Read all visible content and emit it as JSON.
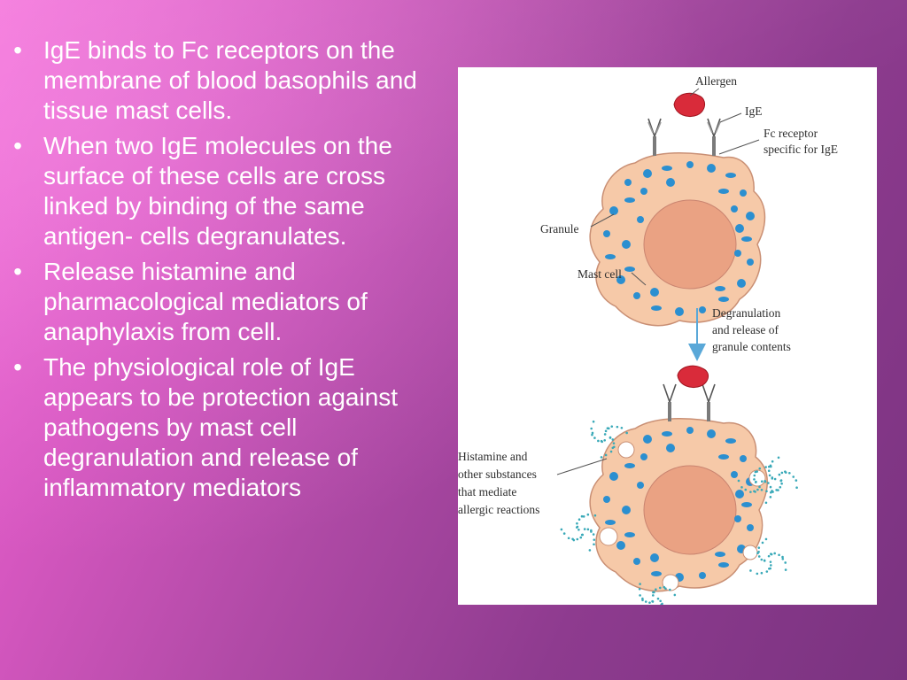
{
  "slide": {
    "bullets": [
      "IgE binds to Fc receptors on the membrane of blood basophils and tissue mast cells.",
      "When two IgE molecules on the surface of these cells are cross linked by binding of the same antigen- cells degranulates.",
      "Release histamine and pharmacological mediators of anaphylaxis from cell.",
      "The physiological role of IgE appears to be protection against pathogens by mast cell degranulation and release of inflammatory mediators"
    ],
    "bullet_symbol": "•"
  },
  "figure": {
    "labels": {
      "allergen": "Allergen",
      "ige": "IgE",
      "fc_receptor_1": "Fc receptor",
      "fc_receptor_2": "specific for IgE",
      "granule": "Granule",
      "mast_cell": "Mast cell",
      "degranulation_1": "Degranulation",
      "degranulation_2": "and release of",
      "degranulation_3": "granule contents",
      "histamine_1": "Histamine and",
      "histamine_2": "other substances",
      "histamine_3": "that mediate",
      "histamine_4": "allergic reactions"
    },
    "colors": {
      "cell_body": "#f6c9a8",
      "nucleus": "#eaa283",
      "granule": "#2b8fd0",
      "allergen": "#d92b3a",
      "arrow": "#5aa8d8"
    }
  }
}
